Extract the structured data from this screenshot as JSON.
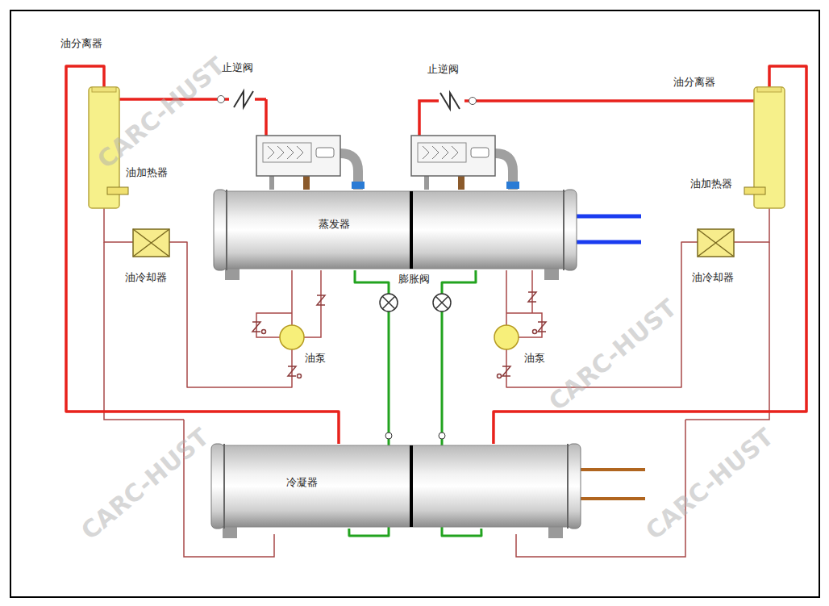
{
  "diagram": {
    "nodes": [
      {
        "text": [
          "油分离器"
        ]
      },
      {
        "text": [
          "止逆阀"
        ]
      },
      {
        "text": [
          "止逆阀"
        ]
      },
      {
        "text": [
          "油分离器"
        ]
      },
      {
        "text": [
          "蒸发器"
        ]
      },
      {
        "text": [
          "油冷却器"
        ]
      },
      {
        "text": [
          "油冷却器"
        ]
      },
      {
        "text": [
          "油泵"
        ]
      },
      {
        "text": [
          "油泵"
        ]
      },
      {
        "text": [
          "冷凝器"
        ]
      }
    ],
    "edges": [
      {
        "from": 1,
        "to": 0,
        "arrow": "none"
      },
      {
        "from": 0,
        "to": 9,
        "arrow": "none"
      },
      {
        "from": 2,
        "to": 3,
        "arrow": "none"
      },
      {
        "from": 3,
        "to": 9,
        "arrow": "none"
      },
      {
        "from": 9,
        "to": 4,
        "arrow": "none"
      },
      {
        "from": 9,
        "to": 4,
        "arrow": "none"
      },
      {
        "from": 0,
        "to": 5,
        "arrow": "none"
      },
      {
        "from": 3,
        "to": 6,
        "arrow": "none"
      },
      {
        "from": 5,
        "to": 7,
        "arrow": "none"
      },
      {
        "from": 6,
        "to": 8,
        "arrow": "none"
      },
      {
        "from": 7,
        "to": 4,
        "arrow": "none"
      },
      {
        "from": 8,
        "to": 4,
        "arrow": "none"
      }
    ],
    "labels": [
      "油加热器",
      "油加热器",
      "膨胀阀",
      "CARC-HUST",
      "CARC-HUST",
      "CARC-HUST",
      "CARC-HUST"
    ]
  }
}
